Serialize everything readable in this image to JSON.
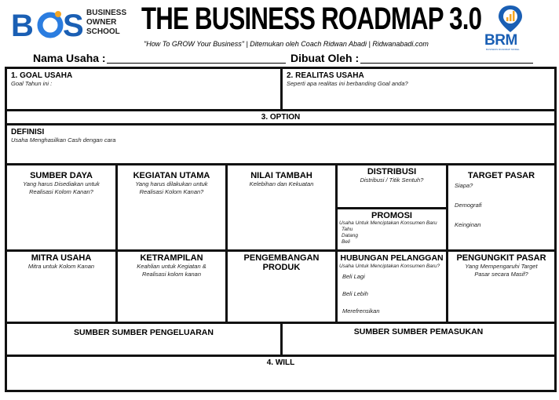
{
  "header": {
    "bos_logo": {
      "mark": "BOS",
      "lines": [
        "BUSINESS",
        "OWNER",
        "SCHOOL"
      ]
    },
    "title": "THE BUSINESS ROADMAP 3.0",
    "subtitle": "\"How To GROW Your Business\" | Ditemukan oleh Coach Ridwan Abadi | Ridwanabadi.com",
    "brm_logo": {
      "mark": "BRM",
      "tagline": "BUSINESS ROADMAP MODEL"
    },
    "colors": {
      "brand_blue": "#1a5fb4",
      "accent_orange": "#f5a623"
    }
  },
  "form": {
    "nama_usaha_label": "Nama Usaha :",
    "dibuat_oleh_label": "Dibuat Oleh :"
  },
  "goal": {
    "title": "1. GOAL USAHA",
    "hint": "Goal Tahun ini :"
  },
  "realitas": {
    "title": "2. REALITAS USAHA",
    "hint": "Seperti apa realitas ini berbanding Goal anda?"
  },
  "option": {
    "title": "3. OPTION"
  },
  "definisi": {
    "title": "DEFINISI",
    "hint": "Usaha Menghasilkan Cash dengan cara"
  },
  "sumber_daya": {
    "title": "SUMBER DAYA",
    "hint": "Yang harus Disediakan untuk Realisasi Kolom Kanan?"
  },
  "kegiatan_utama": {
    "title": "KEGIATAN UTAMA",
    "hint": "Yang harus dilakukan untuk Realisasi Kolom Kanan?"
  },
  "nilai_tambah": {
    "title": "NILAI TAMBAH",
    "hint": "Kelebihan dan Kekuatan"
  },
  "distribusi": {
    "title": "DISTRIBUSI",
    "hint": "Distribusi / Titik Sentuh?"
  },
  "promosi": {
    "title": "PROMOSI",
    "hint": "Usaha Untuk Menciptakan Konsumen Baru",
    "items": [
      "Tahu",
      "Datang",
      "Beli"
    ]
  },
  "target_pasar": {
    "title": "TARGET PASAR",
    "items": [
      "Siapa?",
      "Demografi",
      "Keinginan"
    ]
  },
  "mitra_usaha": {
    "title": "MITRA USAHA",
    "hint": "Mitra untuk Kolom Kanan"
  },
  "ketrampilan": {
    "title": "KETRAMPILAN",
    "hint": "Keahlian untuk Kegiatan & Realisasi kolom kanan"
  },
  "pengembangan": {
    "title": "PENGEMBANGAN PRODUK"
  },
  "hubungan": {
    "title": "HUBUNGAN PELANGGAN",
    "hint": "Usaha Untuk Menciptakan Konsumen Baru?",
    "items": [
      "Beli Lagi",
      "Beli Lebih",
      "Merefrensikan"
    ]
  },
  "pengungkit": {
    "title": "PENGUNGKIT PASAR",
    "hint": "Yang Mempengaruhi Target Pasar secara Masif?"
  },
  "pengeluaran": {
    "title": "SUMBER SUMBER PENGELUARAN"
  },
  "pemasukan": {
    "title": "SUMBER SUMBER PEMASUKAN"
  },
  "will": {
    "title": "4. WILL"
  }
}
